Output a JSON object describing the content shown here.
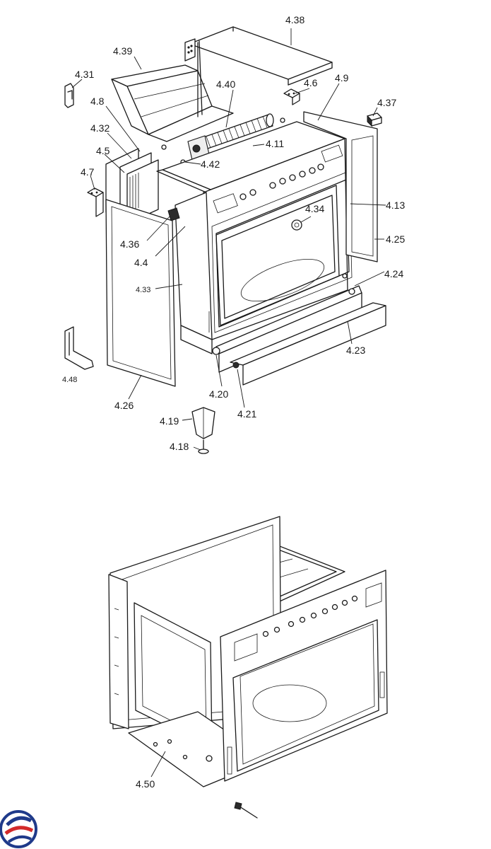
{
  "diagram": {
    "upper_callouts": [
      "4.38",
      "4.39",
      "4.31",
      "4.40",
      "4.6",
      "4.9",
      "4.8",
      "4.37",
      "4.32",
      "4.11",
      "4.5",
      "4.42",
      "4.7",
      "4.13",
      "4.34",
      "4.36",
      "4.25",
      "4.4",
      "4.24",
      "4.33",
      "4.23",
      "4.48",
      "4.20",
      "4.21",
      "4.26",
      "4.19",
      "4.18"
    ],
    "lower_callouts": [
      "4.50"
    ]
  },
  "logo": {
    "name": "brand-logo",
    "colors": [
      "#1f3a8a",
      "#d32a2a"
    ]
  }
}
